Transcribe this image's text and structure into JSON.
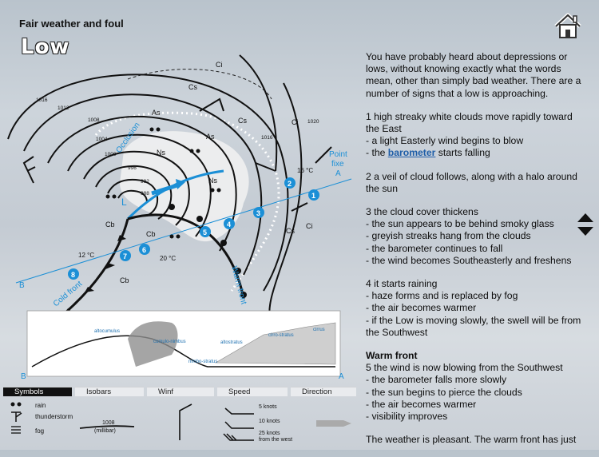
{
  "header": {
    "title": "Fair weather and foul",
    "page_title": "Low"
  },
  "nav": {
    "home_icon": "home-icon",
    "scroll_icon": "up-down-arrows-icon"
  },
  "map": {
    "clouds": [
      "Ci",
      "Cs",
      "As",
      "Ns",
      "Cb",
      "Ci",
      "Cs",
      "As",
      "Ns",
      "Cs",
      "Ci",
      "Cb",
      "Cb"
    ],
    "isobars": [
      "1016",
      "1012",
      "1008",
      "1004",
      "1000",
      "996",
      "992",
      "988",
      "1020",
      "1016"
    ],
    "temps": {
      "warm_sector": "16 °C",
      "cold_west": "12 °C",
      "center": "20 °C"
    },
    "labels": {
      "occlusion": "Occlusion",
      "cold_front": "Cold front",
      "warm_front": "Warm front",
      "point_fixe": "Point",
      "point_fixe2": "fixe",
      "point_a": "A",
      "point_b": "B",
      "low_mark": "L"
    },
    "markers": [
      "1",
      "2",
      "3",
      "4",
      "5",
      "6",
      "7",
      "8"
    ],
    "section": {
      "a": "A",
      "b": "B",
      "clouds": [
        "altocumulus",
        "cumulo-nimbus",
        "nimbo-stratus",
        "altostratus",
        "cirro-stratus",
        "cirrus"
      ]
    }
  },
  "legend": {
    "tabs": [
      "Symbols",
      "Isobars",
      "Winf",
      "Speed",
      "Direction"
    ],
    "symbols": [
      "rain",
      "thunderstorm",
      "fog"
    ],
    "isobar_value": "1008",
    "isobar_unit": "(millibar)",
    "speeds": [
      "5 knots",
      "10 knots",
      "25 knots"
    ],
    "speed_note": "from the west"
  },
  "content": {
    "intro": "You have probably heard about depressions or lows, without knowing exactly what the words mean, other than simply bad weather. There are a number of signs that a low is approaching.",
    "s1": {
      "head": "1 high streaky white clouds move rapidly toward the East",
      "l1": "- a light Easterly wind begins to blow",
      "l2a": "- the ",
      "link": "barometer",
      "l2b": " starts falling"
    },
    "s2": {
      "head": "2 a veil of cloud follows, along with a halo around the sun"
    },
    "s3": {
      "head": "3 the cloud cover thickens",
      "l1": "- the sun appears to be behind smoky glass",
      "l2": "- greyish streaks hang from the clouds",
      "l3": "- the barometer continues to fall",
      "l4": "- the wind becomes Southeasterly and freshens"
    },
    "s4": {
      "head": "4 it starts raining",
      "l1": "- haze forms and is replaced by fog",
      "l2": "- the air becomes warmer",
      "l3": "- if the Low is moving slowly, the swell will be from the Southwest"
    },
    "warm": {
      "title": "Warm front",
      "head": "5 the wind is now blowing from the Southwest",
      "l1": "- the barometer falls more slowly",
      "l2": "- the sun begins to pierce the clouds",
      "l3": "- the air becomes warmer",
      "l4": "- visibility improves"
    },
    "tail": "The weather is pleasant. The warm front has just"
  }
}
